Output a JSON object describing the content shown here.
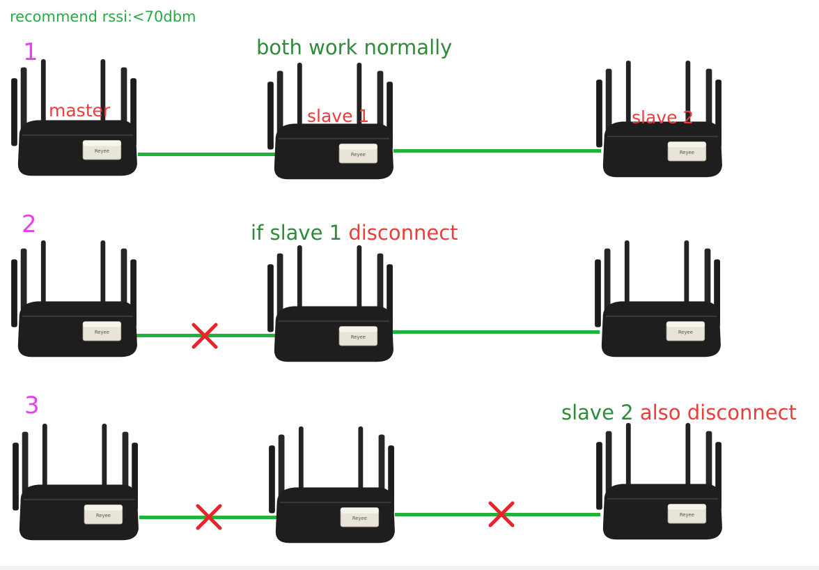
{
  "header": {
    "note": "recommend rssi:<70dbm"
  },
  "colors": {
    "link": "#22b13c",
    "cross": "#e8232a",
    "label_red": "#ee3b3b",
    "label_green": "#2e8b3a",
    "step_number": "#e83ff0",
    "router_body": "#1e1e1e"
  },
  "icons": {
    "router": "router-icon",
    "cross": "cross-icon"
  },
  "scenarios": [
    {
      "number": "1",
      "caption": "both work normally",
      "routers": [
        "master",
        "slave 1",
        "slave 2"
      ],
      "links": [
        "connected",
        "connected"
      ]
    },
    {
      "number": "2",
      "caption_parts": {
        "if": "if",
        "node": "slave 1",
        "status": "disconnect"
      },
      "links": [
        "disconnected",
        "connected"
      ]
    },
    {
      "number": "3",
      "caption_parts": {
        "node": "slave 2",
        "status": "also disconnect"
      },
      "links": [
        "disconnected",
        "disconnected"
      ]
    }
  ],
  "router_badge": "Reyee"
}
